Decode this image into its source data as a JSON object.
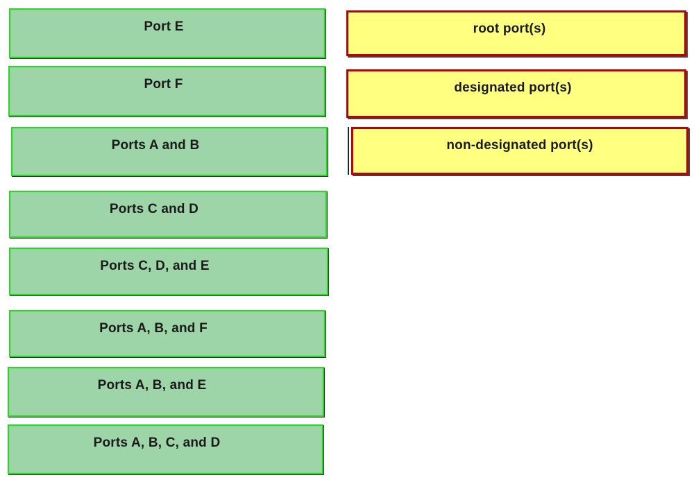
{
  "options": [
    {
      "label": "Port E"
    },
    {
      "label": "Port F"
    },
    {
      "label": "Ports A and B"
    },
    {
      "label": "Ports C and D"
    },
    {
      "label": "Ports C, D, and E"
    },
    {
      "label": "Ports A, B, and F"
    },
    {
      "label": "Ports A, B, and E"
    },
    {
      "label": "Ports A, B, C, and D"
    }
  ],
  "targets": [
    {
      "label": "root port(s)"
    },
    {
      "label": "designated port(s)"
    },
    {
      "label": "non-designated port(s)"
    }
  ],
  "colors": {
    "option_fill": "#9dd5a8",
    "option_border": "#2ed32e",
    "target_fill": "#ffff80",
    "target_border": "#c00000"
  }
}
